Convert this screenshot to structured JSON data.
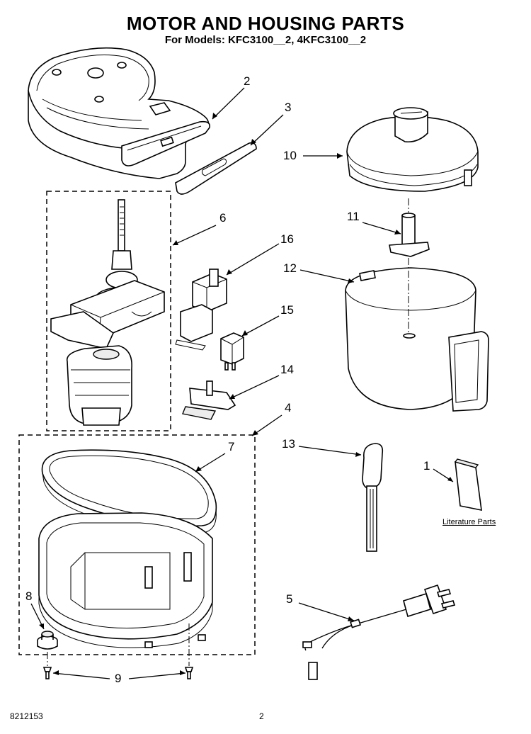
{
  "header": {
    "title": "MOTOR AND HOUSING PARTS",
    "subtitle": "For Models: KFC3100__2, 4KFC3100__2"
  },
  "callouts": [
    {
      "id": "1",
      "label": "1"
    },
    {
      "id": "2",
      "label": "2"
    },
    {
      "id": "3",
      "label": "3"
    },
    {
      "id": "4",
      "label": "4"
    },
    {
      "id": "5",
      "label": "5"
    },
    {
      "id": "6",
      "label": "6"
    },
    {
      "id": "7",
      "label": "7"
    },
    {
      "id": "8",
      "label": "8"
    },
    {
      "id": "9",
      "label": "9"
    },
    {
      "id": "10",
      "label": "10"
    },
    {
      "id": "11",
      "label": "11"
    },
    {
      "id": "12",
      "label": "12"
    },
    {
      "id": "13",
      "label": "13"
    },
    {
      "id": "14",
      "label": "14"
    },
    {
      "id": "15",
      "label": "15"
    },
    {
      "id": "16",
      "label": "16"
    }
  ],
  "literature_label": "Literature Parts",
  "footer": {
    "doc_number": "8212153",
    "page_number": "2"
  }
}
